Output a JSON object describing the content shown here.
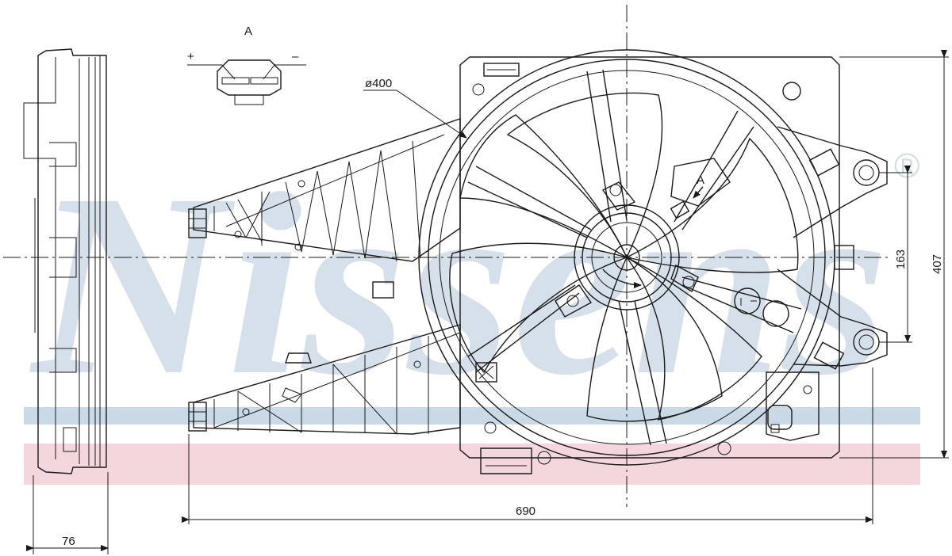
{
  "watermark": {
    "brand": "Nissens",
    "registered": "®",
    "text_color": "#cfdbe7",
    "band_blue": "#c9d9e6",
    "band_pink": "#f4d7dc"
  },
  "detail": {
    "label": "A",
    "plus": "+",
    "minus": "–"
  },
  "view_arrow_label": "A",
  "dimensions": {
    "diameter": "ø400",
    "depth": "76",
    "width": "690",
    "height": "407",
    "mount_spacing": "163"
  }
}
